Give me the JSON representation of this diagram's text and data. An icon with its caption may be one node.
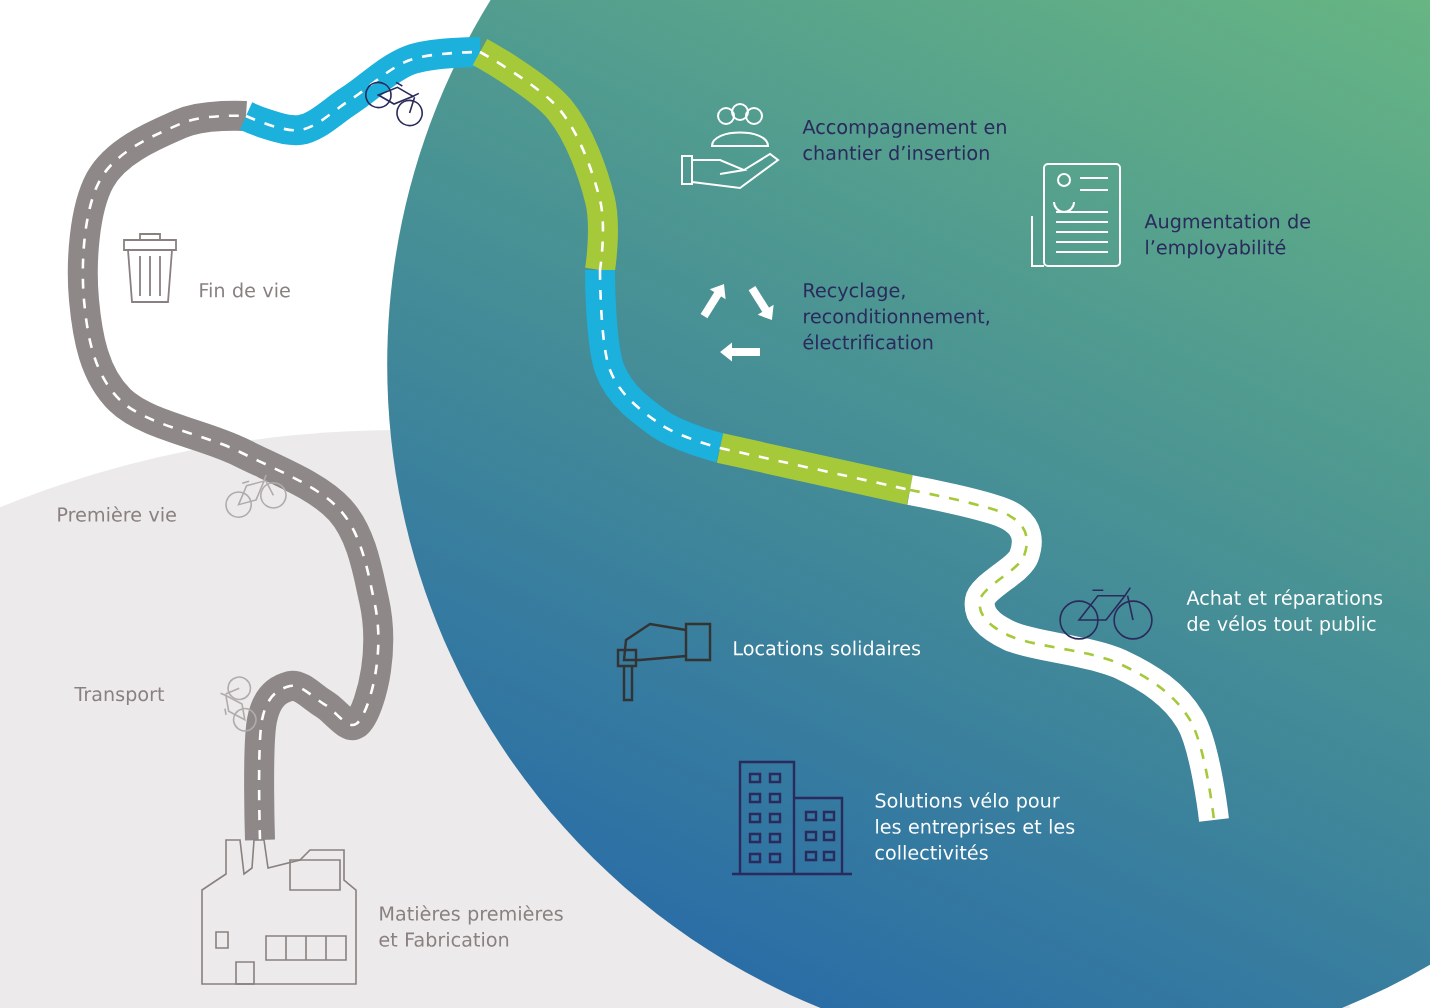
{
  "diagram": {
    "labels": [
      "Fin de vie",
      "Première vie",
      "Transport",
      "Matières premières et Fabrication",
      "Accompagnement en chantier d’insertion",
      "Augmentation de l’employabilité",
      "Recyclage, reconditionnement, électrification",
      "Locations solidaires",
      "Achat et réparations de vélos tout public",
      "Solutions vélo pour les entreprises et les collectivités"
    ]
  }
}
